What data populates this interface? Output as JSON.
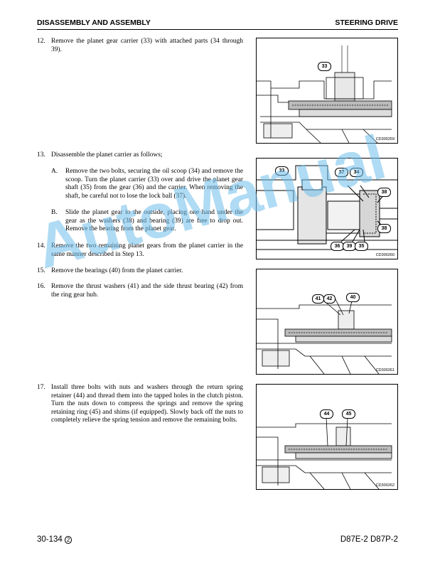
{
  "header": {
    "section": "DISASSEMBLY AND ASSEMBLY",
    "chapter": "STEERING DRIVE"
  },
  "steps": {
    "s12": {
      "num": "12.",
      "text": "Remove the planet gear carrier (33) with attached parts (34 through 39)."
    },
    "s13": {
      "num": "13.",
      "text": "Disassemble the planet carrier as follows;"
    },
    "s13a": {
      "num": "A.",
      "text": "Remove the two bolts, securing the oil scoop (34) and remove the scoop. Turn the planet carrier (33) over and drive the planet gear shaft (35) from the gear (36) and the carrier. When removing the shaft, be careful not to lose the lock ball (37)."
    },
    "s13b": {
      "num": "B.",
      "text": "Slide the planet gear to the outside, placing one hand under the gear as the washers (38) and bearing (39) are free to drop out. Remove the bearing from the planet gear."
    },
    "s14": {
      "num": "14.",
      "text": "Remove the two remaining planet gears from the planet carrier in the same manner described in Step 13."
    },
    "s15": {
      "num": "15.",
      "text": "Remove the bearings (40) from the planet carrier."
    },
    "s16": {
      "num": "16.",
      "text": "Remove the thrust washers (41) and the side thrust bearing (42) from the ring gear hub."
    },
    "s17": {
      "num": "17.",
      "text": "Install three bolts with nuts and washers through the return spring retainer (44) and thread them into the tapped holes in the clutch piston. Turn the nuts down to compress the springs and remove the spring retaining ring (45) and shims (if equipped). Slowly back off the nuts to completely relieve the spring tension and remove the remaining bolts."
    }
  },
  "figures": {
    "fig1": {
      "code": "CD300259",
      "callouts": [
        "33"
      ]
    },
    "fig2": {
      "code": "CD300260",
      "callouts": [
        "33",
        "37",
        "34",
        "38",
        "38",
        "36",
        "39",
        "35"
      ]
    },
    "fig3": {
      "code": "CD300261",
      "callouts": [
        "41",
        "42",
        "40"
      ]
    },
    "fig4": {
      "code": "CD300262",
      "callouts": [
        "44",
        "45"
      ]
    }
  },
  "footer": {
    "page": "30-134",
    "revision": "2",
    "model": "D87E-2 D87P-2"
  },
  "watermark": "AutoManual",
  "colors": {
    "watermark": "#6ebeeb"
  }
}
